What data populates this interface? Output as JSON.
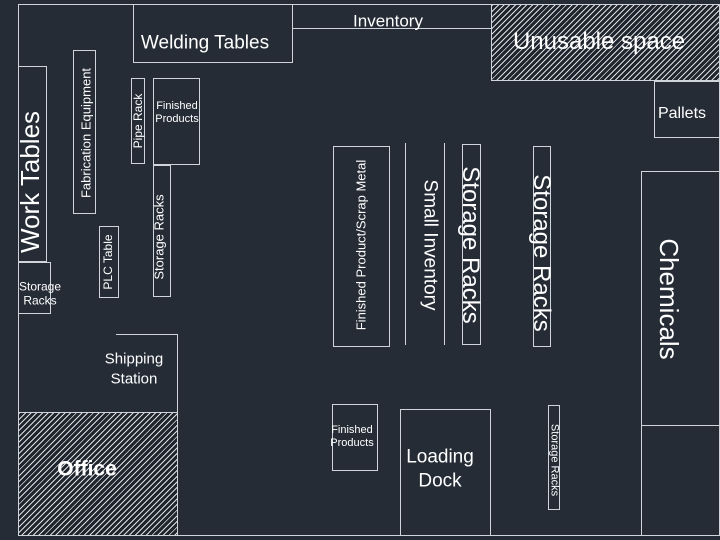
{
  "zones": {
    "inventory": "Inventory",
    "welding_tables": "Welding Tables",
    "unusable_space": "Unusable space",
    "pallets": "Pallets",
    "work_tables": "Work Tables",
    "fabrication_equipment": "Fabrication Equipment",
    "pipe_rack": "Pipe Rack",
    "finished_products_top": "Finished\nProducts",
    "storage_racks_left": "Storage Racks",
    "plc_table": "PLC Table",
    "storage_racks_small": "Storage\nRacks",
    "finished_product_scrap": "Finished Product/Scrap Metal",
    "small_inventory": "Small Inventory",
    "storage_racks_center": "Storage Racks",
    "storage_racks_right": "Storage Racks",
    "chemicals": "Chemicals",
    "shipping_station": "Shipping\nStation",
    "office": "Office",
    "finished_products_bottom": "Finished\nProducts",
    "loading_dock": "Loading\nDock",
    "storage_racks_bottom": "Storage Racks"
  }
}
